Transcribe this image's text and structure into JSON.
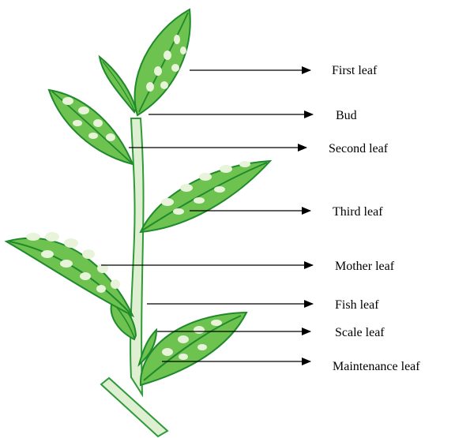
{
  "colors": {
    "leaf_fill": "#6ec24f",
    "leaf_dark": "#1f8a2c",
    "leaf_light": "#e8f4da",
    "stem": "#dff0d2",
    "stem_outline": "#2e9a38",
    "arrow": "#000000"
  },
  "labels": {
    "first_leaf": "First leaf",
    "bud": "Bud",
    "second_leaf": "Second leaf",
    "third_leaf": "Third leaf",
    "mother_leaf": "Mother leaf",
    "fish_leaf": "Fish leaf",
    "scale_leaf": "Scale leaf",
    "maintenance_leaf": "Maintenance leaf"
  }
}
